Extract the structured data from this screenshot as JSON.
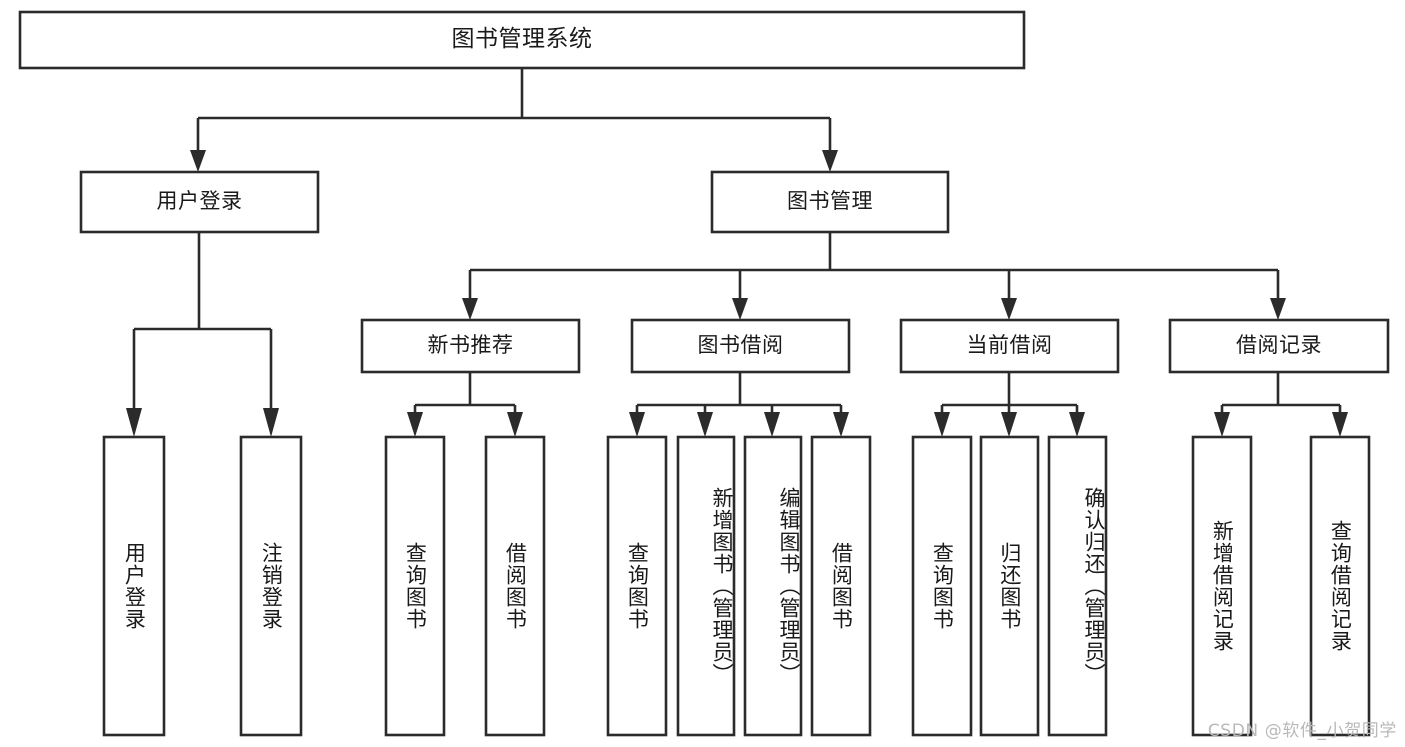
{
  "diagram": {
    "title": "图书管理系统",
    "type": "hierarchy-tree",
    "watermark": "CSDN @软件_小贺同学",
    "accent_color": "#2b2b2b",
    "background_color": "#ffffff",
    "levels": {
      "level1": [
        {
          "id": "root",
          "label": "图书管理系统",
          "orientation": "horizontal"
        }
      ],
      "level2": [
        {
          "id": "user-login",
          "label": "用户登录",
          "orientation": "horizontal"
        },
        {
          "id": "book-manage",
          "label": "图书管理",
          "orientation": "horizontal"
        }
      ],
      "level3": [
        {
          "id": "new-book-rec",
          "label": "新书推荐",
          "orientation": "horizontal"
        },
        {
          "id": "book-borrow",
          "label": "图书借阅",
          "orientation": "horizontal"
        },
        {
          "id": "current-borrow",
          "label": "当前借阅",
          "orientation": "horizontal"
        },
        {
          "id": "borrow-record",
          "label": "借阅记录",
          "orientation": "horizontal"
        }
      ],
      "level4": [
        {
          "id": "leaf-user-login",
          "label": "用户登录",
          "parent": "user-login",
          "orientation": "vertical"
        },
        {
          "id": "leaf-user-logout",
          "label": "注销登录",
          "parent": "user-login",
          "orientation": "vertical"
        },
        {
          "id": "leaf-query-book-1",
          "label": "查询图书",
          "parent": "new-book-rec",
          "orientation": "vertical"
        },
        {
          "id": "leaf-borrow-book-1",
          "label": "借阅图书",
          "parent": "new-book-rec",
          "orientation": "vertical"
        },
        {
          "id": "leaf-query-book-2",
          "label": "查询图书",
          "parent": "book-borrow",
          "orientation": "vertical"
        },
        {
          "id": "leaf-add-book",
          "label": "新增图书（管理员）",
          "parent": "book-borrow",
          "orientation": "vertical"
        },
        {
          "id": "leaf-edit-book",
          "label": "编辑图书（管理员）",
          "parent": "book-borrow",
          "orientation": "vertical"
        },
        {
          "id": "leaf-borrow-book-2",
          "label": "借阅图书",
          "parent": "book-borrow",
          "orientation": "vertical"
        },
        {
          "id": "leaf-query-book-3",
          "label": "查询图书",
          "parent": "current-borrow",
          "orientation": "vertical"
        },
        {
          "id": "leaf-return-book",
          "label": "归还图书",
          "parent": "current-borrow",
          "orientation": "vertical"
        },
        {
          "id": "leaf-confirm-return",
          "label": "确认归还（管理员）",
          "parent": "current-borrow",
          "orientation": "vertical"
        },
        {
          "id": "leaf-add-record",
          "label": "新增借阅记录",
          "parent": "borrow-record",
          "orientation": "vertical"
        },
        {
          "id": "leaf-query-record",
          "label": "查询借阅记录",
          "parent": "borrow-record",
          "orientation": "vertical"
        }
      ]
    }
  }
}
